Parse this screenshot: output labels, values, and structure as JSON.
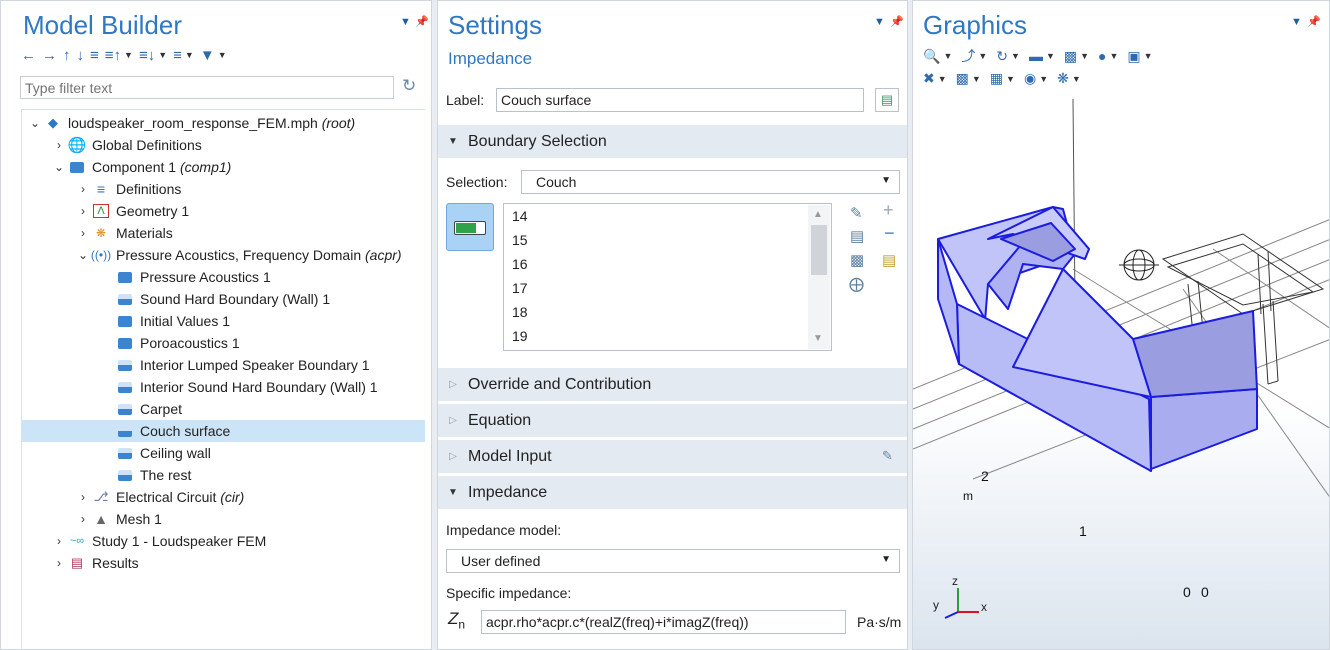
{
  "model_builder": {
    "title": "Model Builder",
    "filter_placeholder": "Type filter text",
    "tree": [
      {
        "label": "loudspeaker_room_response_FEM.mph",
        "suffix": "(root)",
        "indent": 0,
        "exp": "v",
        "icon": "root-icon"
      },
      {
        "label": "Global Definitions",
        "suffix": "",
        "indent": 1,
        "exp": ">",
        "icon": "globe-icon"
      },
      {
        "label": "Component 1",
        "suffix": "(comp1)",
        "indent": 1,
        "exp": "v",
        "icon": "component-icon"
      },
      {
        "label": "Definitions",
        "suffix": "",
        "indent": 2,
        "exp": ">",
        "icon": "definitions-icon"
      },
      {
        "label": "Geometry 1",
        "suffix": "",
        "indent": 2,
        "exp": ">",
        "icon": "geometry-icon"
      },
      {
        "label": "Materials",
        "suffix": "",
        "indent": 2,
        "exp": ">",
        "icon": "materials-icon"
      },
      {
        "label": "Pressure Acoustics, Frequency Domain",
        "suffix": "(acpr)",
        "indent": 2,
        "exp": "v",
        "icon": "acoustics-icon"
      },
      {
        "label": "Pressure Acoustics 1",
        "suffix": "",
        "indent": 3,
        "exp": "",
        "icon": "domain-icon"
      },
      {
        "label": "Sound Hard Boundary (Wall) 1",
        "suffix": "",
        "indent": 3,
        "exp": "",
        "icon": "boundary-icon"
      },
      {
        "label": "Initial Values 1",
        "suffix": "",
        "indent": 3,
        "exp": "",
        "icon": "domain-icon"
      },
      {
        "label": "Poroacoustics 1",
        "suffix": "",
        "indent": 3,
        "exp": "",
        "icon": "domain-icon"
      },
      {
        "label": "Interior Lumped Speaker Boundary 1",
        "suffix": "",
        "indent": 3,
        "exp": "",
        "icon": "boundary-icon"
      },
      {
        "label": "Interior Sound Hard Boundary (Wall) 1",
        "suffix": "",
        "indent": 3,
        "exp": "",
        "icon": "boundary-icon"
      },
      {
        "label": "Carpet",
        "suffix": "",
        "indent": 3,
        "exp": "",
        "icon": "boundary-icon"
      },
      {
        "label": "Couch surface",
        "suffix": "",
        "indent": 3,
        "exp": "",
        "icon": "boundary-icon",
        "selected": true
      },
      {
        "label": "Ceiling wall",
        "suffix": "",
        "indent": 3,
        "exp": "",
        "icon": "boundary-icon"
      },
      {
        "label": "The rest",
        "suffix": "",
        "indent": 3,
        "exp": "",
        "icon": "boundary-icon"
      },
      {
        "label": "Electrical Circuit",
        "suffix": "(cir)",
        "indent": 2,
        "exp": ">",
        "icon": "circuit-icon"
      },
      {
        "label": "Mesh 1",
        "suffix": "",
        "indent": 2,
        "exp": ">",
        "icon": "mesh-icon"
      },
      {
        "label": "Study 1 - Loudspeaker FEM",
        "suffix": "",
        "indent": 1,
        "exp": ">",
        "icon": "study-icon"
      },
      {
        "label": "Results",
        "suffix": "",
        "indent": 1,
        "exp": ">",
        "icon": "results-icon"
      }
    ]
  },
  "settings": {
    "title": "Settings",
    "subtitle": "Impedance",
    "label_caption": "Label:",
    "label_value": "Couch surface",
    "sections": {
      "boundary_selection": "Boundary Selection",
      "override": "Override and Contribution",
      "equation": "Equation",
      "model_input": "Model Input",
      "impedance": "Impedance"
    },
    "selection_caption": "Selection:",
    "selection_value": "Couch",
    "selection_items": [
      "14",
      "15",
      "16",
      "17",
      "18",
      "19"
    ],
    "impedance_model_caption": "Impedance model:",
    "impedance_model_value": "User defined",
    "specific_impedance_caption": "Specific impedance:",
    "zn_symbol": "Z",
    "zn_sub": "n",
    "zn_expression": "acpr.rho*acpr.c*(realZ(freq)+i*imagZ(freq))",
    "zn_unit": "Pa·s/m"
  },
  "graphics": {
    "title": "Graphics",
    "axis_labels": {
      "two": "2",
      "m": "m",
      "one": "1",
      "zero_a": "0",
      "zero_b": "0",
      "z": "z",
      "y": "y",
      "x": "x"
    },
    "colors": {
      "couch_fill": "#b9bdf4",
      "couch_edge": "#1c1ce0",
      "accent": "#2f78c4"
    }
  }
}
